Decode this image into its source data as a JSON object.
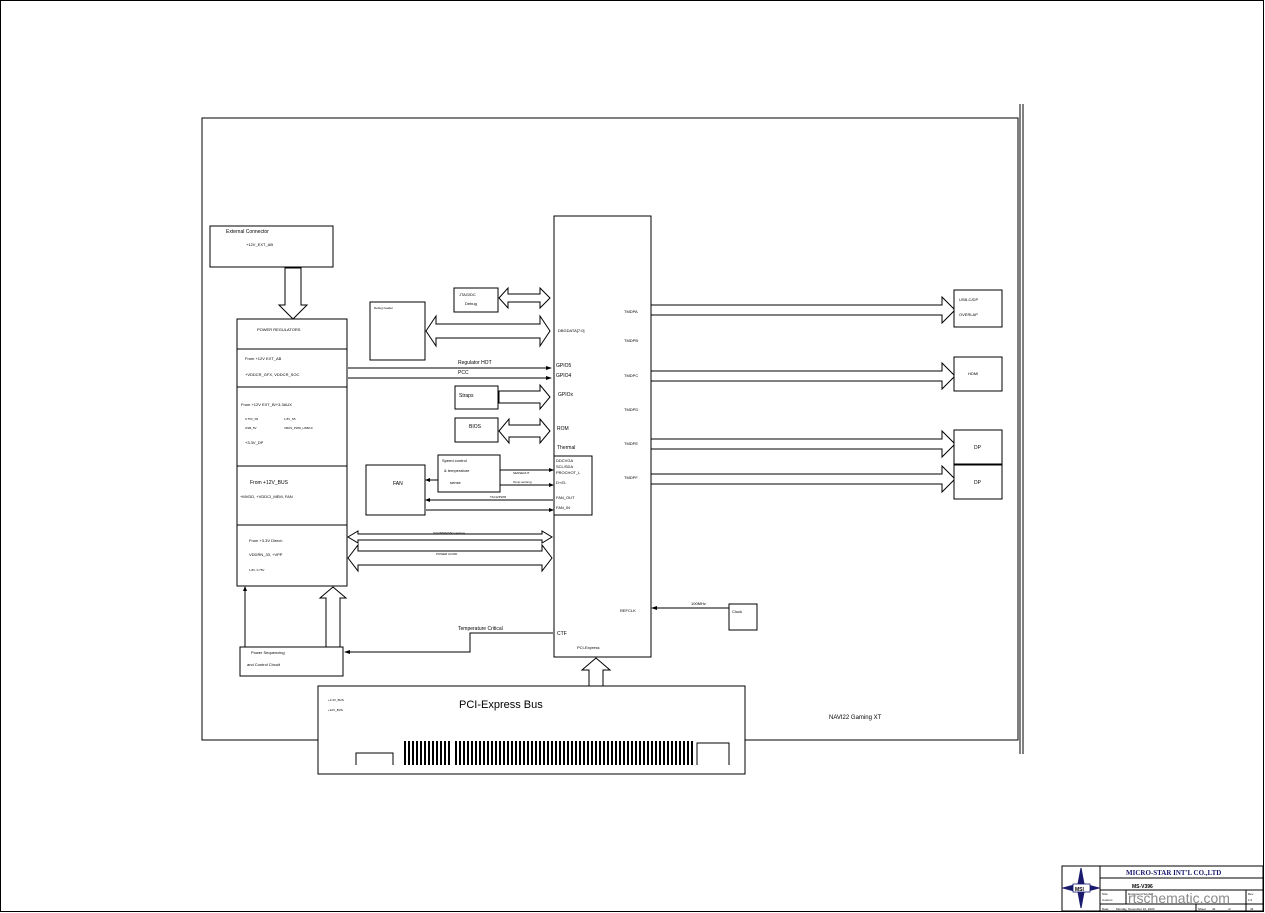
{
  "ext_connector": {
    "title": "External Connector",
    "rail": "+12V_EXT_AB"
  },
  "power_regulators": {
    "title": "POWER REGULATORS",
    "s1": {
      "l1": "From +12V EXT_AB",
      "l2": "+VDDCR_GFX, VDDCR_SOC"
    },
    "s2": {
      "l1": "From +12V EXT_B/+3.3AUX",
      "l2a": "0.75V_S5",
      "l2b": "1.8V_S5",
      "l3a": "USB_5V",
      "l3b": "VBUS_PWR_USBC0",
      "l4": "+3.3V_DP"
    },
    "s3": {
      "l1": "From +12V_BUS",
      "l2": "+MVDD, +VDDCI_MEM, FAN"
    },
    "s4": {
      "l1": "From +3.3V Direct:",
      "l2": "VDDRN_33, +VPP",
      "l3": "1.8V, 0.75V"
    }
  },
  "left_boxes": {
    "debug_header": "Debug header",
    "jtag": {
      "l1": "JTAG/DC",
      "l2": "Debug"
    },
    "straps": "Straps",
    "bios": "BIOS",
    "speed": {
      "l1": "Speed control",
      "l2": "& temperature",
      "l3": "sense"
    },
    "fan": "FAN",
    "power_seq": {
      "l1": "Power Sequencing",
      "l2": "and Control Circuit"
    }
  },
  "signals": {
    "regulator_hot": "Regulator HOT",
    "pcc": "PCC",
    "temp_critical": "Temperature Critical",
    "clk_freq": "100MHz",
    "tiny1": "SENSEOUT",
    "tiny2": "Temp sensing",
    "tiny3": "TACH/PWM",
    "tiny4": "SVI2/PWM/VR interface",
    "tiny5": "POWER GOOD"
  },
  "gpu": {
    "dbg": "DBGDATA[7:0]",
    "gpio5": "GPIO5",
    "gpio4": "GPIO4",
    "gpiox": "GPIOx",
    "rom": "ROM",
    "thermal": "Thermal",
    "sub": [
      "DDCVGA",
      "SCL/SDA",
      "PROCHOT_L",
      "D+/D-",
      "FAN_OUT",
      "FAN_IN"
    ],
    "tmds": [
      "TMDPA",
      "TMDPB",
      "TMDPC",
      "TMDPD",
      "TMDPE",
      "TMDPF"
    ],
    "refclk": "REFCLK",
    "ctf": "CTF",
    "pcie": "PCI-Express"
  },
  "outputs": {
    "usbc": {
      "l1": "USB-C/DP",
      "l2": "OVERLAP"
    },
    "hdmi": "HDMI",
    "dp1": "DP",
    "dp2": "DP"
  },
  "clock": "Clock",
  "bus": {
    "title": "PCI-Express Bus",
    "l1": "+3.3V_BUS",
    "l2": "+12V_BUS"
  },
  "board": "NAVI22 Gaming XT",
  "title_block": {
    "company": "MICRO-STAR INT'L CO.,LTD",
    "model": "MS-V396",
    "logo": "MSI",
    "watermark": "rtschematic.com",
    "size_lbl": "Size",
    "size_val": "Custom",
    "doc_lbl": "Document Number",
    "rev_lbl": "Rev",
    "rev_val": "1.0",
    "date_lbl": "Date:",
    "date_val": "Monday, November 16, 2020",
    "sheet_lbl": "Sheet",
    "sheet_val": "42",
    "of_lbl": "of",
    "of_val": "43"
  }
}
